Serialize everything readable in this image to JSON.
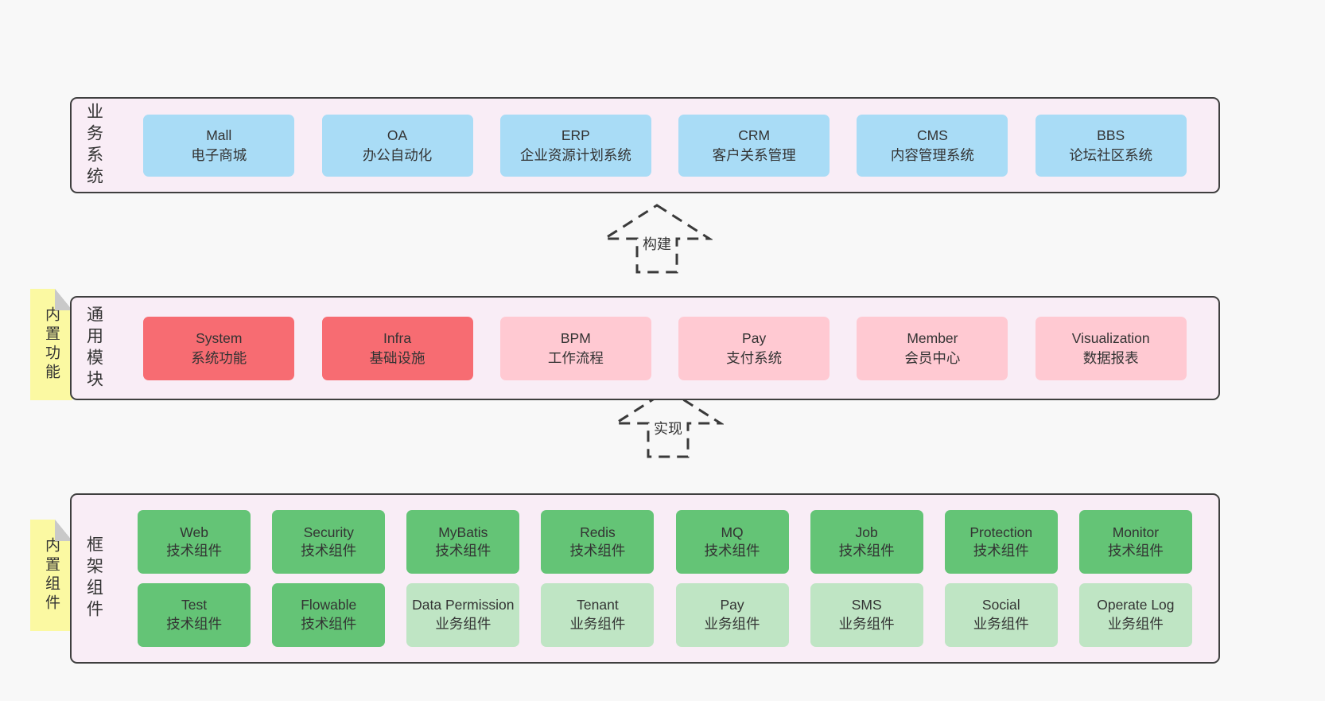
{
  "business": {
    "label": "业务系统",
    "boxes": [
      {
        "title": "Mall",
        "subtitle": "电子商城",
        "variant": "blue"
      },
      {
        "title": "OA",
        "subtitle": "办公自动化",
        "variant": "blue"
      },
      {
        "title": "ERP",
        "subtitle": "企业资源计划系统",
        "variant": "blue"
      },
      {
        "title": "CRM",
        "subtitle": "客户关系管理",
        "variant": "blue"
      },
      {
        "title": "CMS",
        "subtitle": "内容管理系统",
        "variant": "blue"
      },
      {
        "title": "BBS",
        "subtitle": "论坛社区系统",
        "variant": "blue"
      }
    ]
  },
  "modules": {
    "label": "通用模块",
    "note": "内置功能",
    "boxes": [
      {
        "title": "System",
        "subtitle": "系统功能",
        "variant": "red"
      },
      {
        "title": "Infra",
        "subtitle": "基础设施",
        "variant": "red"
      },
      {
        "title": "BPM",
        "subtitle": "工作流程",
        "variant": "pink"
      },
      {
        "title": "Pay",
        "subtitle": "支付系统",
        "variant": "pink"
      },
      {
        "title": "Member",
        "subtitle": "会员中心",
        "variant": "pink"
      },
      {
        "title": "Visualization",
        "subtitle": "数据报表",
        "variant": "pink"
      }
    ]
  },
  "framework": {
    "label": "框架组件",
    "note": "内置组件",
    "row1": [
      {
        "title": "Web",
        "subtitle": "技术组件",
        "variant": "green"
      },
      {
        "title": "Security",
        "subtitle": "技术组件",
        "variant": "green"
      },
      {
        "title": "MyBatis",
        "subtitle": "技术组件",
        "variant": "green"
      },
      {
        "title": "Redis",
        "subtitle": "技术组件",
        "variant": "green"
      },
      {
        "title": "MQ",
        "subtitle": "技术组件",
        "variant": "green"
      },
      {
        "title": "Job",
        "subtitle": "技术组件",
        "variant": "green"
      },
      {
        "title": "Protection",
        "subtitle": "技术组件",
        "variant": "green"
      },
      {
        "title": "Monitor",
        "subtitle": "技术组件",
        "variant": "green"
      }
    ],
    "row2": [
      {
        "title": "Test",
        "subtitle": "技术组件",
        "variant": "green"
      },
      {
        "title": "Flowable",
        "subtitle": "技术组件",
        "variant": "green"
      },
      {
        "title": "Data Permission",
        "subtitle": "业务组件",
        "variant": "lightgreen"
      },
      {
        "title": "Tenant",
        "subtitle": "业务组件",
        "variant": "lightgreen"
      },
      {
        "title": "Pay",
        "subtitle": "业务组件",
        "variant": "lightgreen"
      },
      {
        "title": "SMS",
        "subtitle": "业务组件",
        "variant": "lightgreen"
      },
      {
        "title": "Social",
        "subtitle": "业务组件",
        "variant": "lightgreen"
      },
      {
        "title": "Operate Log",
        "subtitle": "业务组件",
        "variant": "lightgreen"
      }
    ]
  },
  "arrows": {
    "build": "构建",
    "implement": "实现"
  },
  "colors": {
    "background": "#f8f8f8",
    "container_fill": "#f9edf6",
    "container_border": "#3f3f3f",
    "box_blue": "#a9dcf6",
    "box_red": "#f76c72",
    "box_pink": "#ffc9d2",
    "box_green": "#64c476",
    "box_light_green": "#bfe5c4",
    "note_yellow": "#fbf9a2",
    "note_fold_gray": "#c9c9c9",
    "text": "#333333"
  }
}
